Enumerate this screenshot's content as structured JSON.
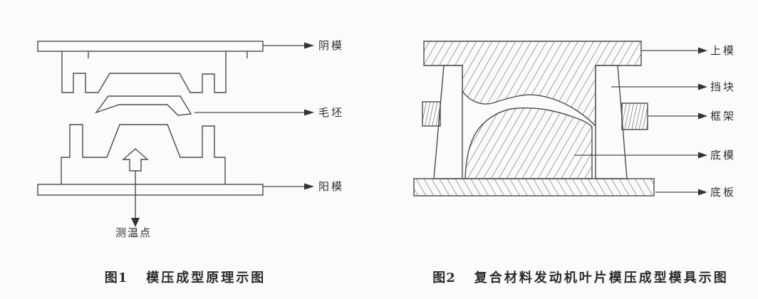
{
  "figure1": {
    "caption": {
      "number": "图1",
      "title": "模压成型原理示图"
    },
    "labels": {
      "female_mold": "阴模",
      "blank": "毛坯",
      "male_mold": "阳模",
      "temp_point": "测温点"
    }
  },
  "figure2": {
    "caption": {
      "number": "图2",
      "title": "复合材料发动机叶片模压成型模具示图"
    },
    "labels": {
      "upper_mold": "上模",
      "stop_block": "挡块",
      "frame": "框架",
      "bottom_mold": "底模",
      "base_plate": "底板"
    }
  },
  "colors": {
    "line": "#4b4b4b",
    "hatch": "#5a5a5a",
    "text": "#2e2e2e",
    "background": "#fbfbf9"
  }
}
